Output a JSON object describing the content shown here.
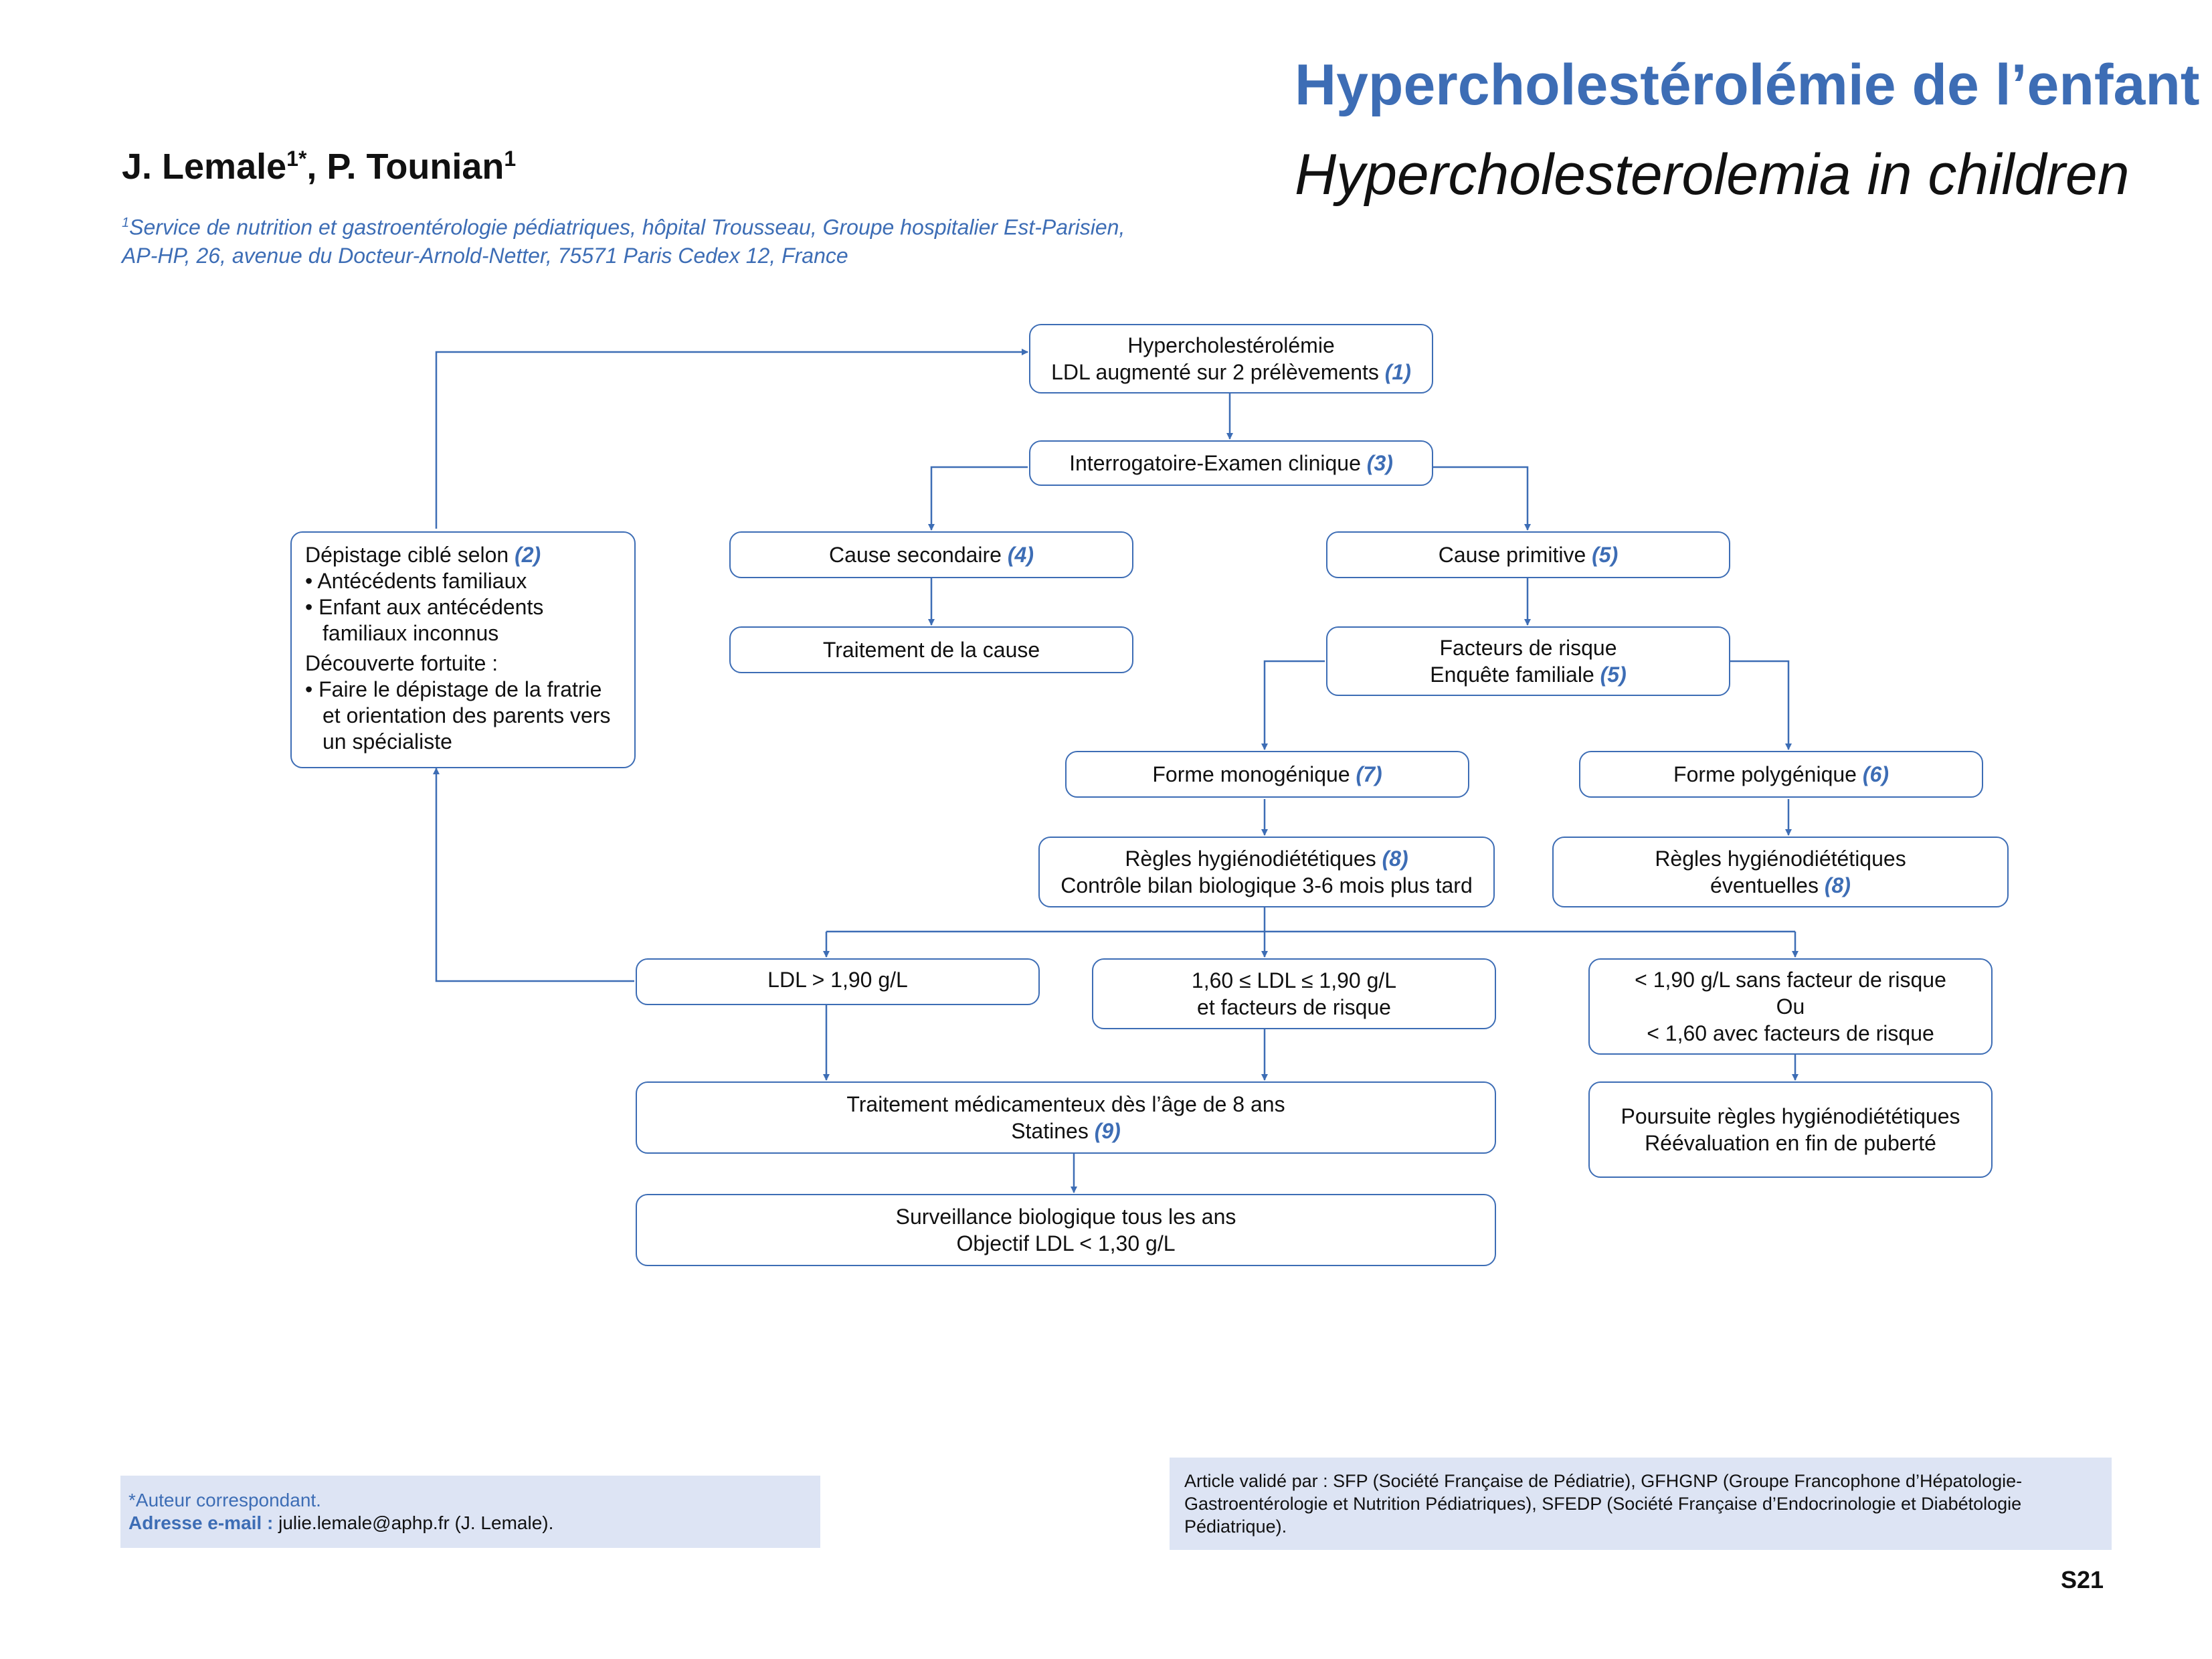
{
  "header": {
    "title_fr": "Hypercholestérolémie de l’enfant",
    "title_en": "Hypercholesterolemia in children",
    "authors": "J. Lemale",
    "authors_sup1": "1*",
    "authors_sep": ", P. Tounian",
    "authors_sup2": "1",
    "affiliation_sup": "1",
    "affiliation_line1": "Service de nutrition et gastroentérologie pédiatriques, hôpital Trousseau, Groupe hospitalier Est-Parisien,",
    "affiliation_line2": "AP-HP, 26, avenue du Docteur-Arnold-Netter, 75571 Paris Cedex 12, France"
  },
  "flowchart": {
    "hyperchol": {
      "line1": "Hypercholestérolémie",
      "line2": "LDL augmenté sur 2 prélèvements",
      "ref": "(1)"
    },
    "interrog": {
      "text": "Interrogatoire-Examen clinique",
      "ref": "(3)"
    },
    "depistage": {
      "title": "Dépistage ciblé selon",
      "ref": "(2)",
      "bullet1": "• Antécédents familiaux",
      "bullet2": "• Enfant aux antécédents familiaux inconnus",
      "subtitle": "Découverte fortuite :",
      "bullet3": "• Faire le dépistage de la fratrie et orientation des parents vers un spécialiste"
    },
    "cause_secondaire": {
      "text": "Cause secondaire",
      "ref": "(4)"
    },
    "traitement_cause": {
      "text": "Traitement de la cause"
    },
    "cause_primitive": {
      "text": "Cause primitive",
      "ref": "(5)"
    },
    "facteurs": {
      "line1": "Facteurs de risque",
      "line2": "Enquête familiale",
      "ref": "(5)"
    },
    "monogenique": {
      "text": "Forme monogénique",
      "ref": "(7)"
    },
    "polygenique": {
      "text": "Forme polygénique",
      "ref": "(6)"
    },
    "regles_mono": {
      "line1": "Règles hygiénodiététiques",
      "ref": "(8)",
      "line2": "Contrôle bilan biologique 3-6 mois plus tard"
    },
    "regles_poly": {
      "line1": "Règles hygiénodiététiques",
      "line2": "éventuelles",
      "ref": "(8)"
    },
    "ldl_high": {
      "text": "LDL > 1,90 g/L"
    },
    "ldl_mid": {
      "line1": "1,60 ≤ LDL ≤ 1,90 g/L",
      "line2": "et facteurs de risque"
    },
    "ldl_low": {
      "line1": "< 1,90 g/L sans facteur de risque",
      "line2": "Ou",
      "line3": "< 1,60 avec facteurs de risque"
    },
    "traitement_med": {
      "line1": "Traitement médicamenteux dès l’âge de 8 ans",
      "line2": "Statines",
      "ref": "(9)"
    },
    "poursuite": {
      "line1": "Poursuite règles hygiénodiététiques",
      "line2": "Réévaluation en fin de puberté"
    },
    "surveillance": {
      "line1": "Surveillance biologique tous les ans",
      "line2": "Objectif LDL < 1,30 g/L"
    }
  },
  "footer": {
    "corresponding": "*Auteur correspondant.",
    "email_label": "Adresse e-mail :",
    "email_value": " julie.lemale@aphp.fr (J. Lemale).",
    "validation": "Article validé par : SFP (Société Française de Pédiatrie), GFHGNP (Groupe Francophone d’Hépatologie-Gastroentérologie et Nutrition Pédiatriques), SFEDP (Société Française d’Endocrinologie et Diabétologie Pédiatrique).",
    "page_number": "S21"
  },
  "colors": {
    "accent": "#3d6db5",
    "footer_bg": "#dde4f4"
  }
}
